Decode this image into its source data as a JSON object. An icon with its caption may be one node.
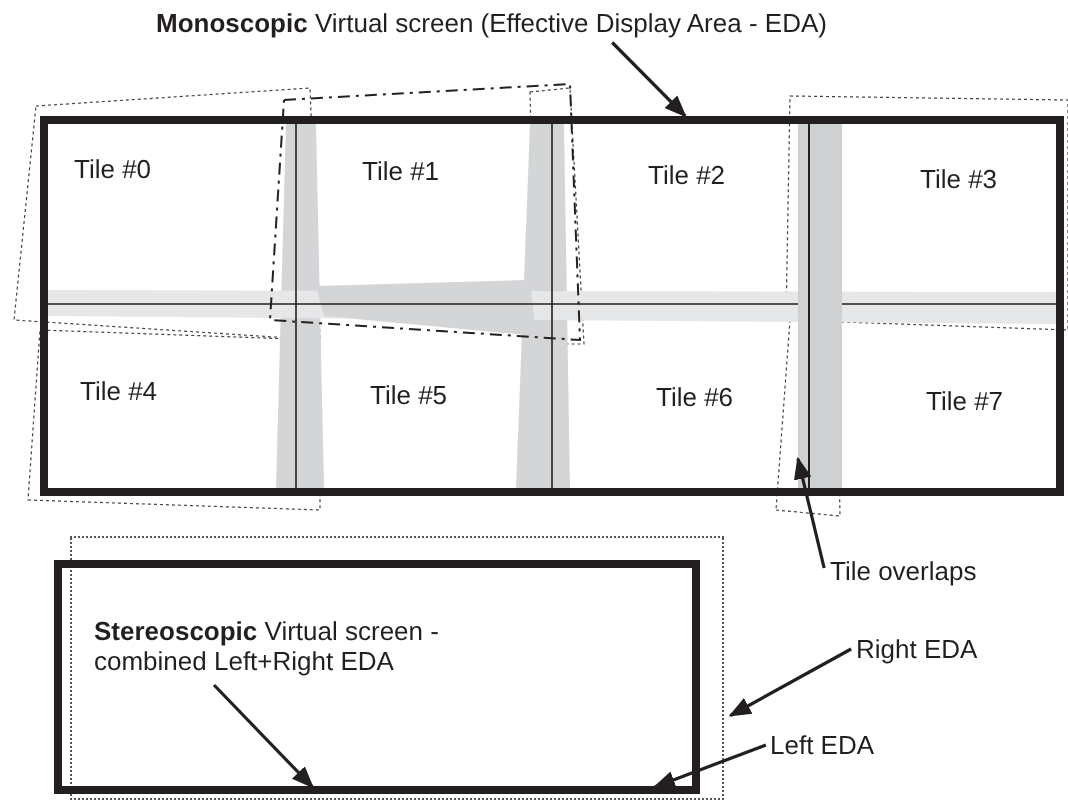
{
  "diagram": {
    "nodes": [
      {
        "text": [
          "**Monoscopic** Virtual screen (Effective Display Area - EDA)"
        ]
      },
      {
        "text": [],
        "shape": "box"
      },
      {
        "text": [
          "Tile #0"
        ],
        "in": 1
      },
      {
        "text": [
          "Tile #1"
        ],
        "in": 1
      },
      {
        "text": [
          "Tile #2"
        ],
        "in": 1
      },
      {
        "text": [
          "Tile #3"
        ],
        "in": 1
      },
      {
        "text": [
          "Tile #4"
        ],
        "in": 1
      },
      {
        "text": [
          "Tile #5"
        ],
        "in": 1
      },
      {
        "text": [
          "Tile #6"
        ],
        "in": 1
      },
      {
        "text": [
          "Tile #7"
        ],
        "in": 1
      },
      {
        "text": [
          "Tile overlaps"
        ]
      },
      {
        "text": [],
        "shape": "bar",
        "in": 1
      },
      {
        "text": [],
        "shape": "box",
        "in": 13
      },
      {
        "text": [],
        "shape": "box"
      },
      {
        "text": [
          "**Stereoscopic** Virtual screen - combined Left+Right EDA"
        ],
        "in": 12
      },
      {
        "text": [
          "Right EDA"
        ]
      },
      {
        "text": [
          "Left EDA"
        ]
      }
    ],
    "edges": [
      {
        "from": 0,
        "to": 1,
        "arrow": "to"
      },
      {
        "from": 10,
        "to": 11,
        "arrow": "to"
      },
      {
        "from": 14,
        "to": 12,
        "arrow": "to"
      },
      {
        "from": 15,
        "to": 13,
        "arrow": "to"
      },
      {
        "from": 16,
        "to": 12,
        "arrow": "to"
      }
    ]
  }
}
